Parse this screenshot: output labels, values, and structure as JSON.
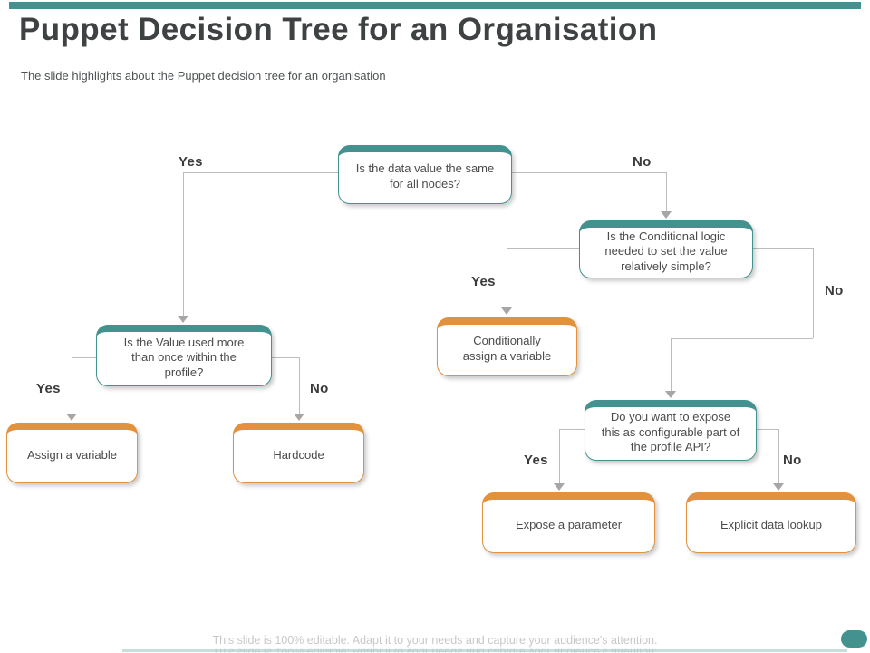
{
  "slide": {
    "title": "Puppet Decision Tree for an Organisation",
    "subtitle": "The slide highlights about the Puppet decision tree for an organisation",
    "footer_note": "This slide is 100% editable. Adapt it to your needs and capture your audience's attention."
  },
  "colors": {
    "accent_teal": "#44928F",
    "accent_orange": "#E2923C",
    "connector_gray": "#BCBCBC",
    "title_text": "#3F4243",
    "body_text": "#4B4B4B"
  },
  "edge_labels": {
    "yes": "Yes",
    "no": "No"
  },
  "nodes": {
    "root": "Is the data value the same for all nodes?",
    "conditional_logic": "Is the Conditional logic needed to set the value relatively simple?",
    "value_reuse": "Is the Value used more than once within the profile?",
    "conditionally_assign": "Conditionally assign a variable",
    "expose_question": "Do you want to expose this as configurable part of the profile API?",
    "assign_variable": "Assign a variable",
    "hardcode": "Hardcode",
    "expose_parameter": "Expose a parameter",
    "explicit_lookup": "Explicit data lookup"
  }
}
